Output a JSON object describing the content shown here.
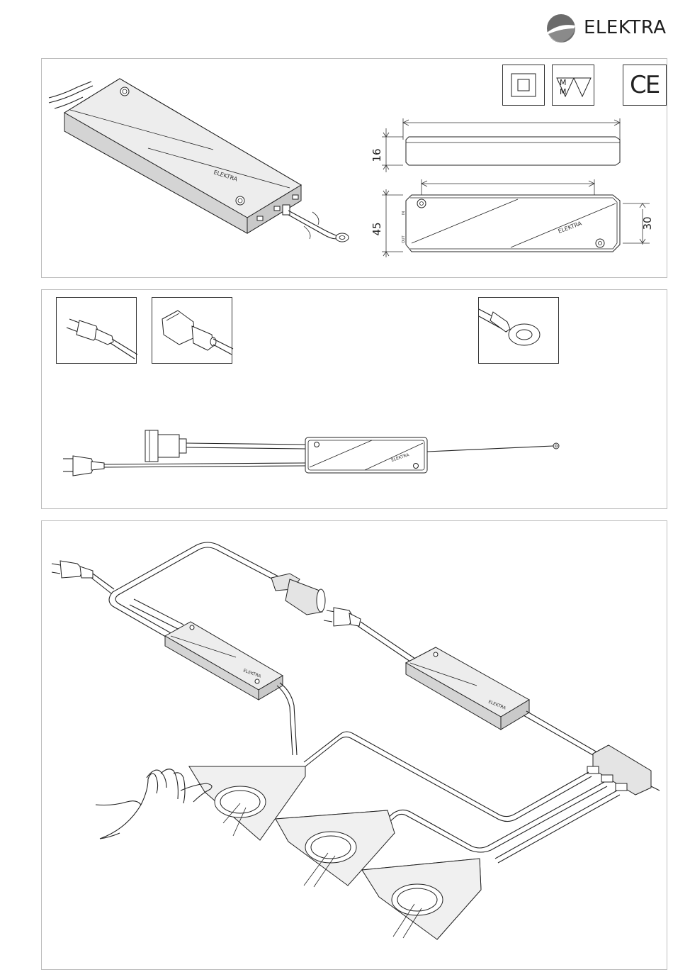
{
  "brand": {
    "name": "ELEKTRA"
  },
  "panel1": {
    "device_label": "ELEKTRA",
    "dimensions": {
      "height": "16",
      "width": "45",
      "hole_spacing": "30"
    },
    "certifications": [
      "double-insulation-symbol",
      "mm-furniture-mark",
      "CE"
    ],
    "ce_text": "CE",
    "mm_text": "M M",
    "top_view_label": "ELEKTRA",
    "port_labels": {
      "in": "IN",
      "out": "OUT"
    }
  },
  "panel2": {
    "thumbnails": [
      "euro-plug-icon",
      "socket-connector-icon",
      "touch-ring-sensor-icon"
    ],
    "device_label": "ELEKTRA"
  },
  "panel3": {
    "left_device_label": "ELEKTRA",
    "right_device_label": "ELEKTRA"
  }
}
